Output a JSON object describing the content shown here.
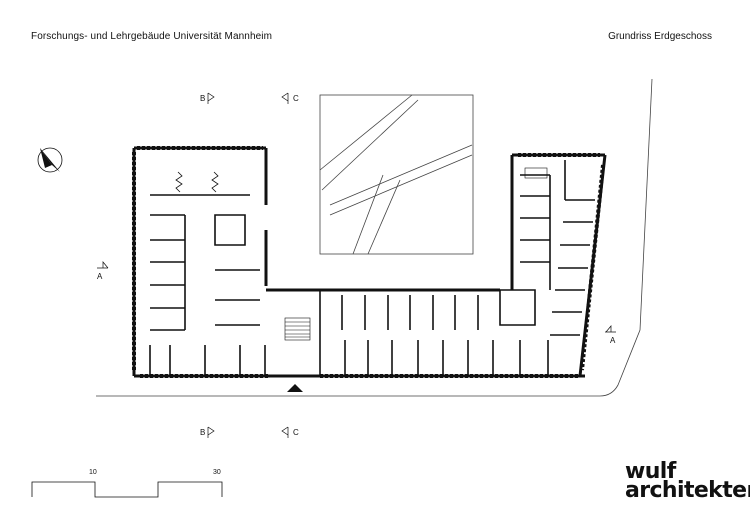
{
  "header": {
    "project_title": "Forschungs- und Lehrgebäude Universität  Mannheim",
    "plan_title": "Grundriss Erdgeschoss"
  },
  "sections": {
    "a": "A",
    "b": "B",
    "c": "C"
  },
  "scale_bar": {
    "label_1": "10",
    "label_2": "30"
  },
  "logo": {
    "line1": "wulf",
    "line2": "architekten"
  },
  "colors": {
    "ink": "#111111",
    "paper": "#ffffff"
  }
}
